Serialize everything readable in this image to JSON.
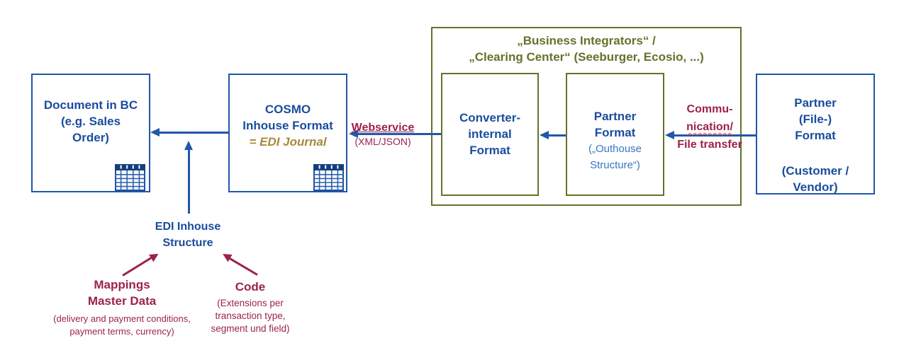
{
  "colors": {
    "blue": "#1a4c9e",
    "blue-border": "#2157a8",
    "light-blue": "#3878bf",
    "olive": "#68702c",
    "gold": "#a8893c",
    "maroon": "#9c2150",
    "squiggle": "#e04f3f"
  },
  "document_box": {
    "lines": [
      "Document in BC",
      "(e.g. Sales",
      "Order)"
    ]
  },
  "cosmo_box": {
    "lines": [
      "COSMO",
      "Inhouse Format"
    ],
    "journal": "= EDI Journal"
  },
  "clearing_container": {
    "title_lines": [
      "„Business Integrators“ /",
      "„Clearing Center“ (Seeburger, Ecosio, ...)"
    ]
  },
  "converter_box": {
    "lines": [
      "Converter-",
      "internal",
      "Format"
    ]
  },
  "partner_format_box": {
    "lines": [
      "Partner",
      "Format"
    ],
    "sub_lines": [
      "(„Outhouse",
      "Structure“)"
    ]
  },
  "partner_file_box": {
    "lines": [
      "Partner",
      "(File-)",
      "Format"
    ],
    "sub_lines": [
      "(Customer /",
      "Vendor)"
    ]
  },
  "labels": {
    "webservice": "Webservice",
    "webservice_sub": "(XML/JSON)",
    "communication_lines": [
      "Commu-",
      "nication/",
      "File transfer"
    ],
    "edi_inhouse_lines": [
      "EDI Inhouse",
      "Structure"
    ],
    "mappings_lines": [
      "Mappings",
      "Master Data"
    ],
    "mappings_sub_lines": [
      "(delivery and payment conditions,",
      "payment terms, currency)"
    ],
    "code": "Code",
    "code_sub_lines": [
      "(Extensions per",
      "transaction type,",
      "segment und field)"
    ]
  },
  "icons": {
    "table_icon": "table-grid"
  }
}
